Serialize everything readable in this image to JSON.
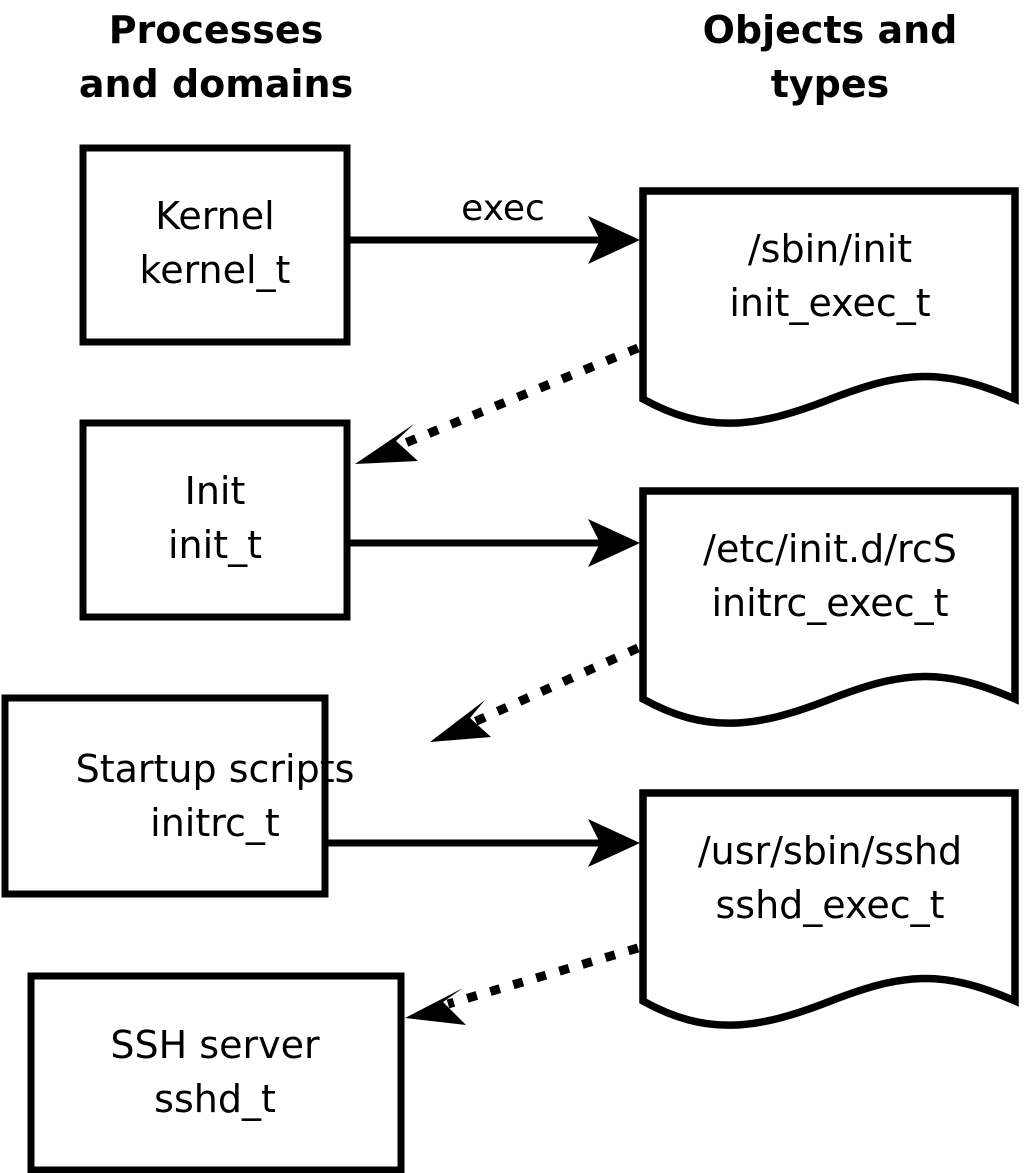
{
  "diagram": {
    "title": "SELinux process and object type transitions",
    "background_color": "#ffffff",
    "stroke_color": "#000000",
    "columns": {
      "left_header_line1": "Processes",
      "left_header_line2": "and domains",
      "right_header_line1": "Objects and",
      "right_header_line2": "types"
    },
    "process_nodes": [
      {
        "name": "Kernel",
        "type": "kernel_t"
      },
      {
        "name": "Init",
        "type": "init_t"
      },
      {
        "name": "Startup scripts",
        "type": "initrc_t"
      },
      {
        "name": "SSH server",
        "type": "sshd_t"
      }
    ],
    "object_nodes": [
      {
        "path": "/sbin/init",
        "type": "init_exec_t"
      },
      {
        "path": "/etc/init.d/rcS",
        "type": "initrc_exec_t"
      },
      {
        "path": "/usr/sbin/sshd",
        "type": "sshd_exec_t"
      }
    ],
    "edges": [
      {
        "label": "exec",
        "from": "Kernel",
        "to": "/sbin/init",
        "style": "solid"
      },
      {
        "label": "",
        "from": "/sbin/init",
        "to": "Init",
        "style": "dotted"
      },
      {
        "label": "",
        "from": "Init",
        "to": "/etc/init.d/rcS",
        "style": "solid"
      },
      {
        "label": "",
        "from": "/etc/init.d/rcS",
        "to": "Startup scripts",
        "style": "dotted"
      },
      {
        "label": "",
        "from": "Startup scripts",
        "to": "/usr/sbin/sshd",
        "style": "solid"
      },
      {
        "label": "",
        "from": "/usr/sbin/sshd",
        "to": "SSH server",
        "style": "dotted"
      }
    ],
    "edge_labels": {
      "exec": "exec"
    }
  }
}
